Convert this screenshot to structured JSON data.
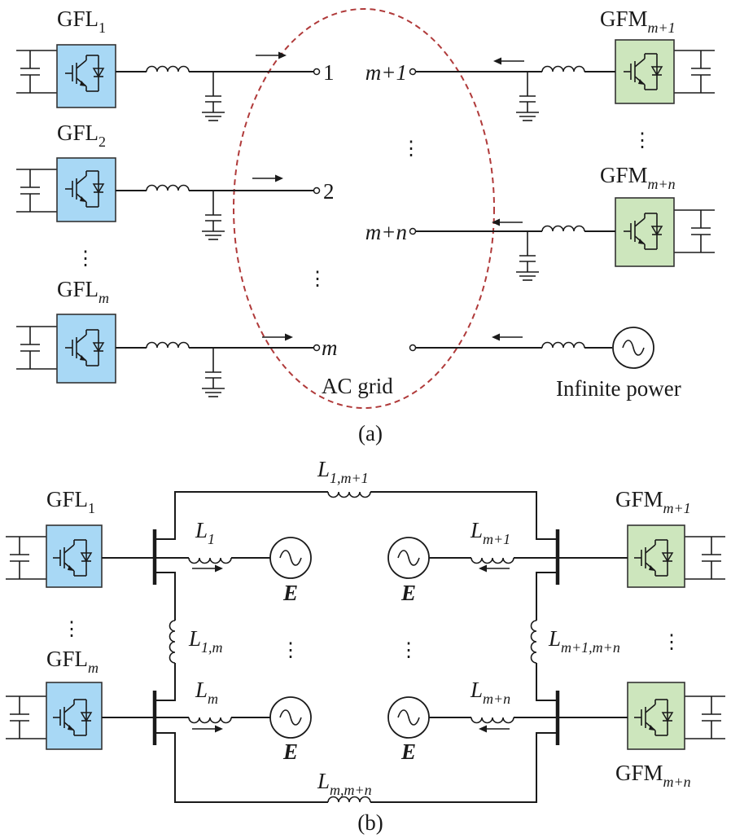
{
  "panel_a": {
    "caption": "(a)",
    "grid_label": "AC grid",
    "infinite_label": "Infinite power",
    "gfl": [
      {
        "base": "GFL",
        "sub": "1",
        "node": "1"
      },
      {
        "base": "GFL",
        "sub": "2",
        "node": "2"
      },
      {
        "base": "GFL",
        "sub": "m",
        "node": "m"
      }
    ],
    "gfm": [
      {
        "base": "GFM",
        "sub": "m+1",
        "node": "m+1"
      },
      {
        "base": "GFM",
        "sub": "m+n",
        "node": "m+n"
      }
    ],
    "ellipsis": "⋮"
  },
  "panel_b": {
    "caption": "(b)",
    "source_label": "E",
    "gfl": [
      {
        "base": "GFL",
        "sub": "1",
        "ind_base": "L",
        "ind_sub": "1"
      },
      {
        "base": "GFL",
        "sub": "m",
        "ind_base": "L",
        "ind_sub": "m"
      }
    ],
    "gfm": [
      {
        "base": "GFM",
        "sub": "m+1",
        "ind_base": "L",
        "ind_sub": "m+1"
      },
      {
        "base": "GFM",
        "sub": "m+n",
        "ind_base": "L",
        "ind_sub": "m+n"
      }
    ],
    "line_top": {
      "base": "L",
      "sub": "1,m+1"
    },
    "line_bottom": {
      "base": "L",
      "sub": "m,m+n"
    },
    "line_left": {
      "base": "L",
      "sub": "1,m"
    },
    "line_right": {
      "base": "L",
      "sub": "m+1,m+n"
    },
    "ellipsis": "⋮"
  }
}
